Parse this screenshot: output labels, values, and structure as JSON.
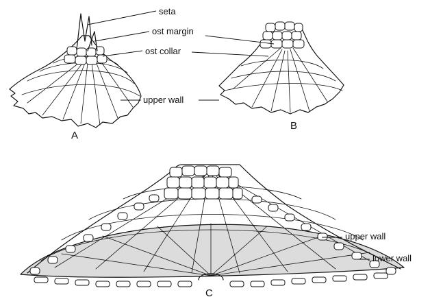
{
  "labels": {
    "seta": "seta",
    "ost_margin": "ost margin",
    "ost_collar": "ost collar",
    "upper_wall_a": "upper wall",
    "upper_wall_c": "upper wall",
    "lower_wall": "lower wall"
  },
  "figures": {
    "a": "A",
    "b": "B",
    "c": "C"
  }
}
